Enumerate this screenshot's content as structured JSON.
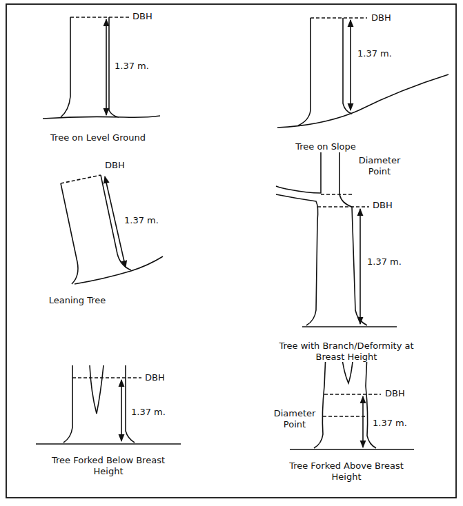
{
  "diagram": {
    "labels": [
      "DBH",
      "1.37 m.",
      "Tree on Level Ground",
      "DBH",
      "1.37 m.",
      "Tree on Slope",
      "DBH",
      "1.37 m.",
      "Leaning Tree",
      "Diameter Point",
      "DBH",
      "1.37 m.",
      "Tree with Branch/Deformity at Breast Height",
      "DBH",
      "1.37 m.",
      "Tree Forked Below Breast Height",
      "DBH",
      "Diameter Point",
      "1.37 m.",
      "Tree Forked Above Breast Height"
    ]
  }
}
